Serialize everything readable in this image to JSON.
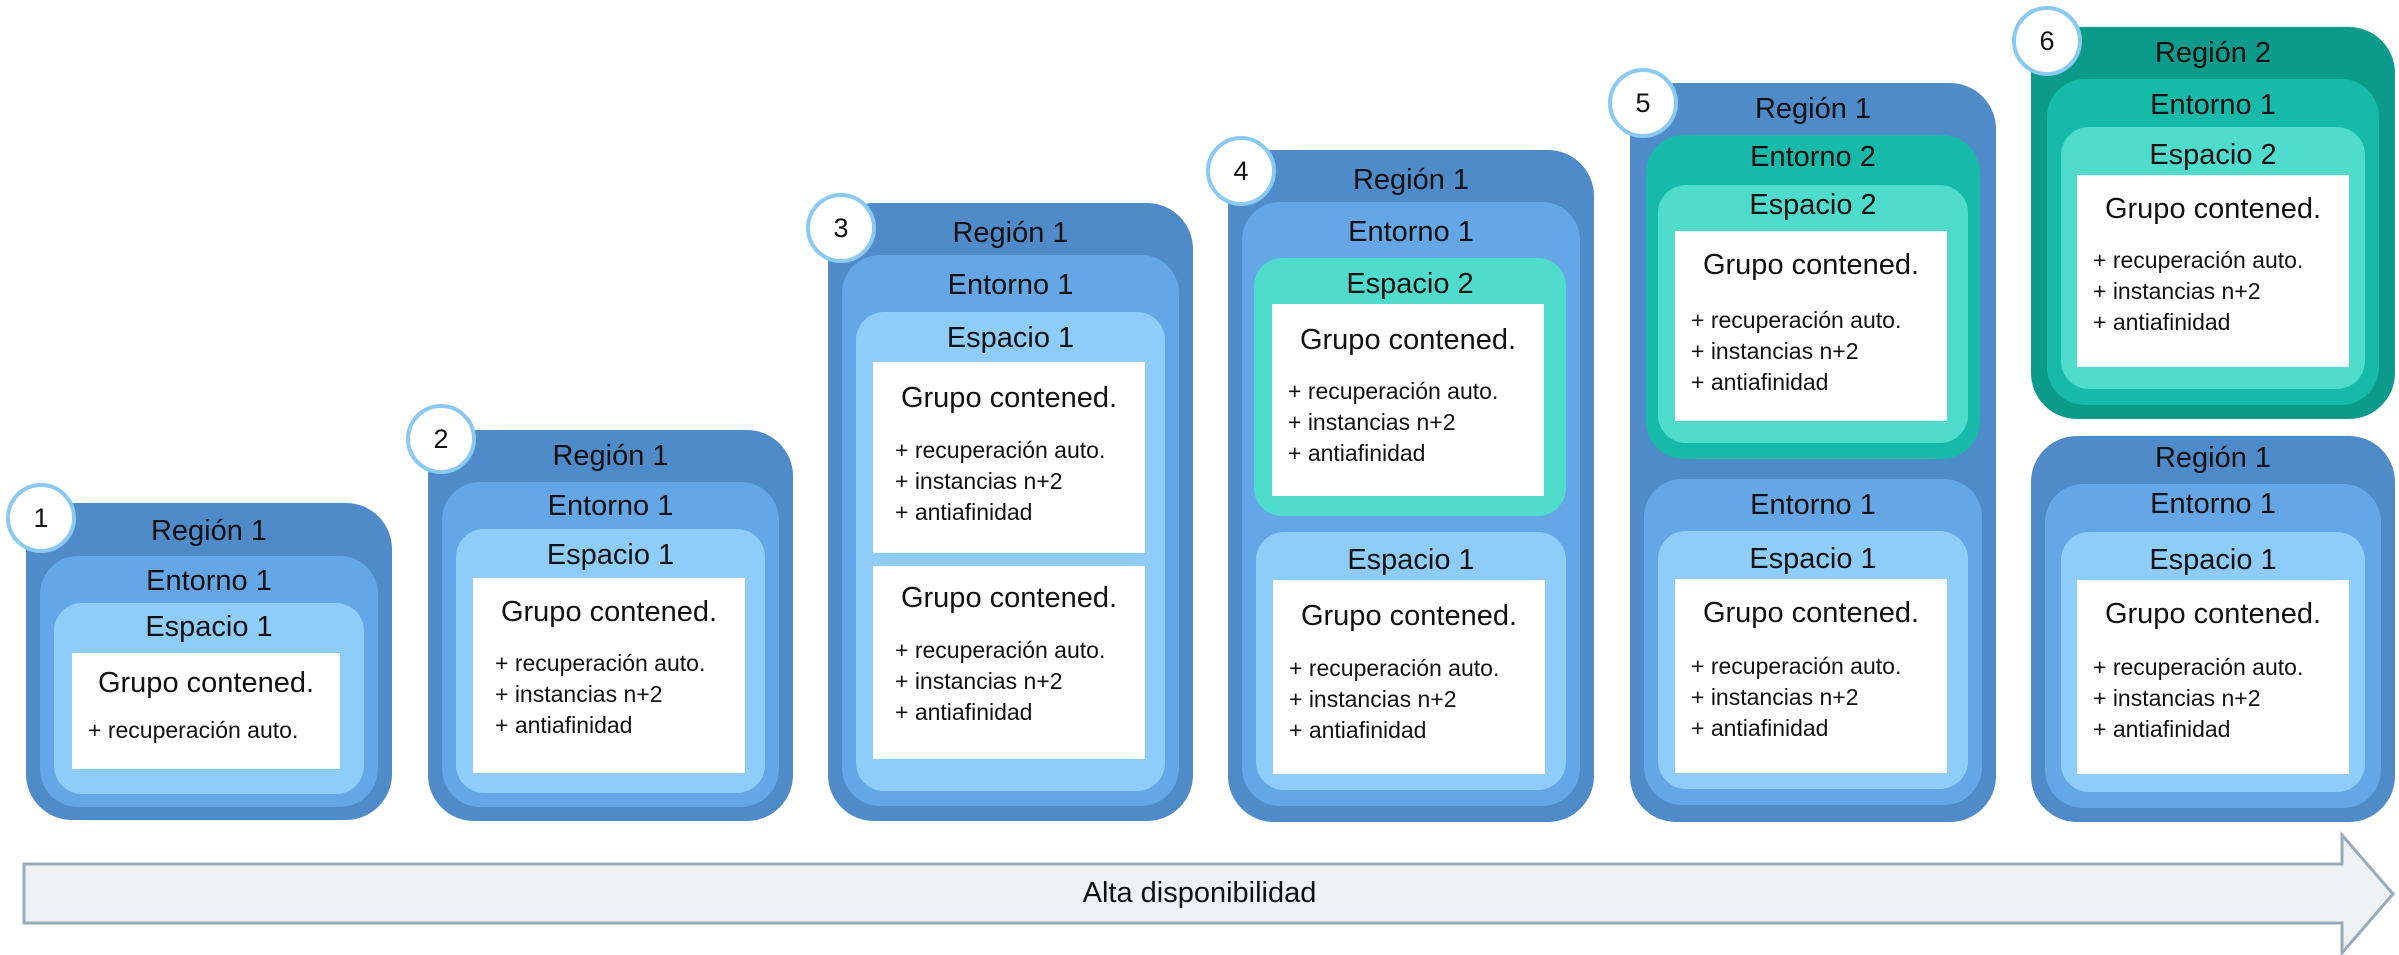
{
  "arrow_label": "Alta disponibilidad",
  "colors": {
    "region_blue": "#4f8ac9",
    "entorno_blue": "#64a6e6",
    "espacio_blue": "#8ecdfa",
    "region_teal": "#0c9b8a",
    "entorno_teal": "#17baa9",
    "espacio_teal": "#4fdccc",
    "step_border": "#89c9f2",
    "arrow_fill": "#eef2f6",
    "arrow_stroke": "#9aaab8"
  },
  "steps": [
    {
      "number": "1",
      "region": "Región 1",
      "entorno": "Entorno 1",
      "espacio": "Espacio 1",
      "group": "Grupo contened.",
      "features": [
        "+ recuperación auto."
      ]
    },
    {
      "number": "2",
      "region": "Región 1",
      "entorno": "Entorno 1",
      "espacio": "Espacio 1",
      "group": "Grupo contened.",
      "features": [
        "+ recuperación auto.",
        "+ instancias n+2",
        "+ antiafinidad"
      ]
    },
    {
      "number": "3",
      "region": "Región 1",
      "entorno": "Entorno 1",
      "espacio": "Espacio 1",
      "groups": [
        {
          "title": "Grupo contened.",
          "features": [
            "+ recuperación auto.",
            "+ instancias n+2",
            "+ antiafinidad"
          ]
        },
        {
          "title": "Grupo contened.",
          "features": [
            "+ recuperación auto.",
            "+ instancias n+2",
            "+ antiafinidad"
          ]
        }
      ]
    },
    {
      "number": "4",
      "region": "Región 1",
      "entorno": "Entorno 1",
      "spaces": [
        {
          "espacio": "Espacio 2",
          "group": "Grupo contened.",
          "features": [
            "+ recuperación auto.",
            "+ instancias n+2",
            "+ antiafinidad"
          ]
        },
        {
          "espacio": "Espacio 1",
          "group": "Grupo contened.",
          "features": [
            "+ recuperación auto.",
            "+ instancias n+2",
            "+ antiafinidad"
          ]
        }
      ]
    },
    {
      "number": "5",
      "region": "Región 1",
      "environments": [
        {
          "entorno": "Entorno 2",
          "espacio": "Espacio 2",
          "group": "Grupo contened.",
          "features": [
            "+ recuperación auto.",
            "+ instancias n+2",
            "+ antiafinidad"
          ]
        },
        {
          "entorno": "Entorno 1",
          "espacio": "Espacio 1",
          "group": "Grupo contened.",
          "features": [
            "+ recuperación auto.",
            "+ instancias n+2",
            "+ antiafinidad"
          ]
        }
      ]
    },
    {
      "number": "6",
      "regions": [
        {
          "region": "Región 2",
          "entorno": "Entorno 1",
          "espacio": "Espacio 2",
          "group": "Grupo contened.",
          "features": [
            "+ recuperación auto.",
            "+ instancias n+2",
            "+ antiafinidad"
          ]
        },
        {
          "region": "Región 1",
          "entorno": "Entorno 1",
          "espacio": "Espacio 1",
          "group": "Grupo contened.",
          "features": [
            "+ recuperación auto.",
            "+ instancias n+2",
            "+ antiafinidad"
          ]
        }
      ]
    }
  ]
}
